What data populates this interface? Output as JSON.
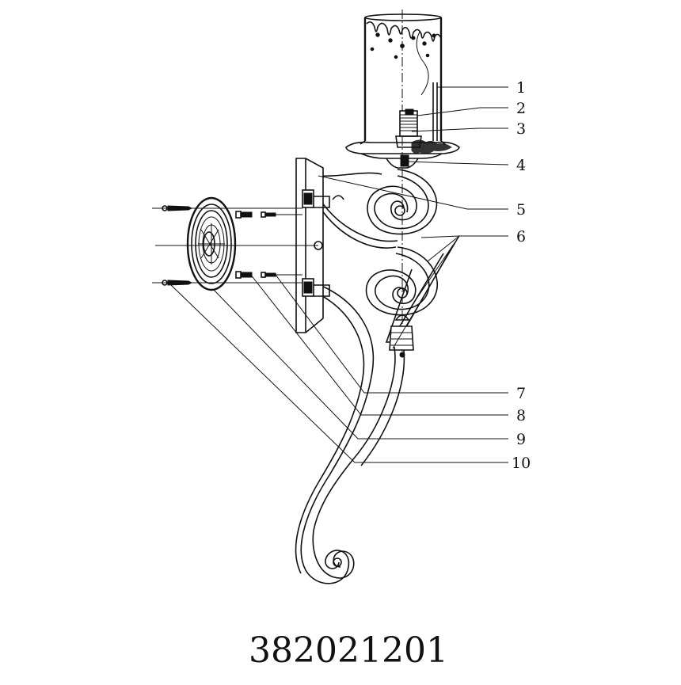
{
  "callouts": [
    {
      "id": "1",
      "label": "1"
    },
    {
      "id": "2",
      "label": "2"
    },
    {
      "id": "3",
      "label": "3"
    },
    {
      "id": "4",
      "label": "4"
    },
    {
      "id": "5",
      "label": "5"
    },
    {
      "id": "6",
      "label": "6"
    },
    {
      "id": "7",
      "label": "7"
    },
    {
      "id": "8",
      "label": "8"
    },
    {
      "id": "9",
      "label": "9"
    },
    {
      "id": "10",
      "label": "10"
    }
  ],
  "part_number": "382021201"
}
